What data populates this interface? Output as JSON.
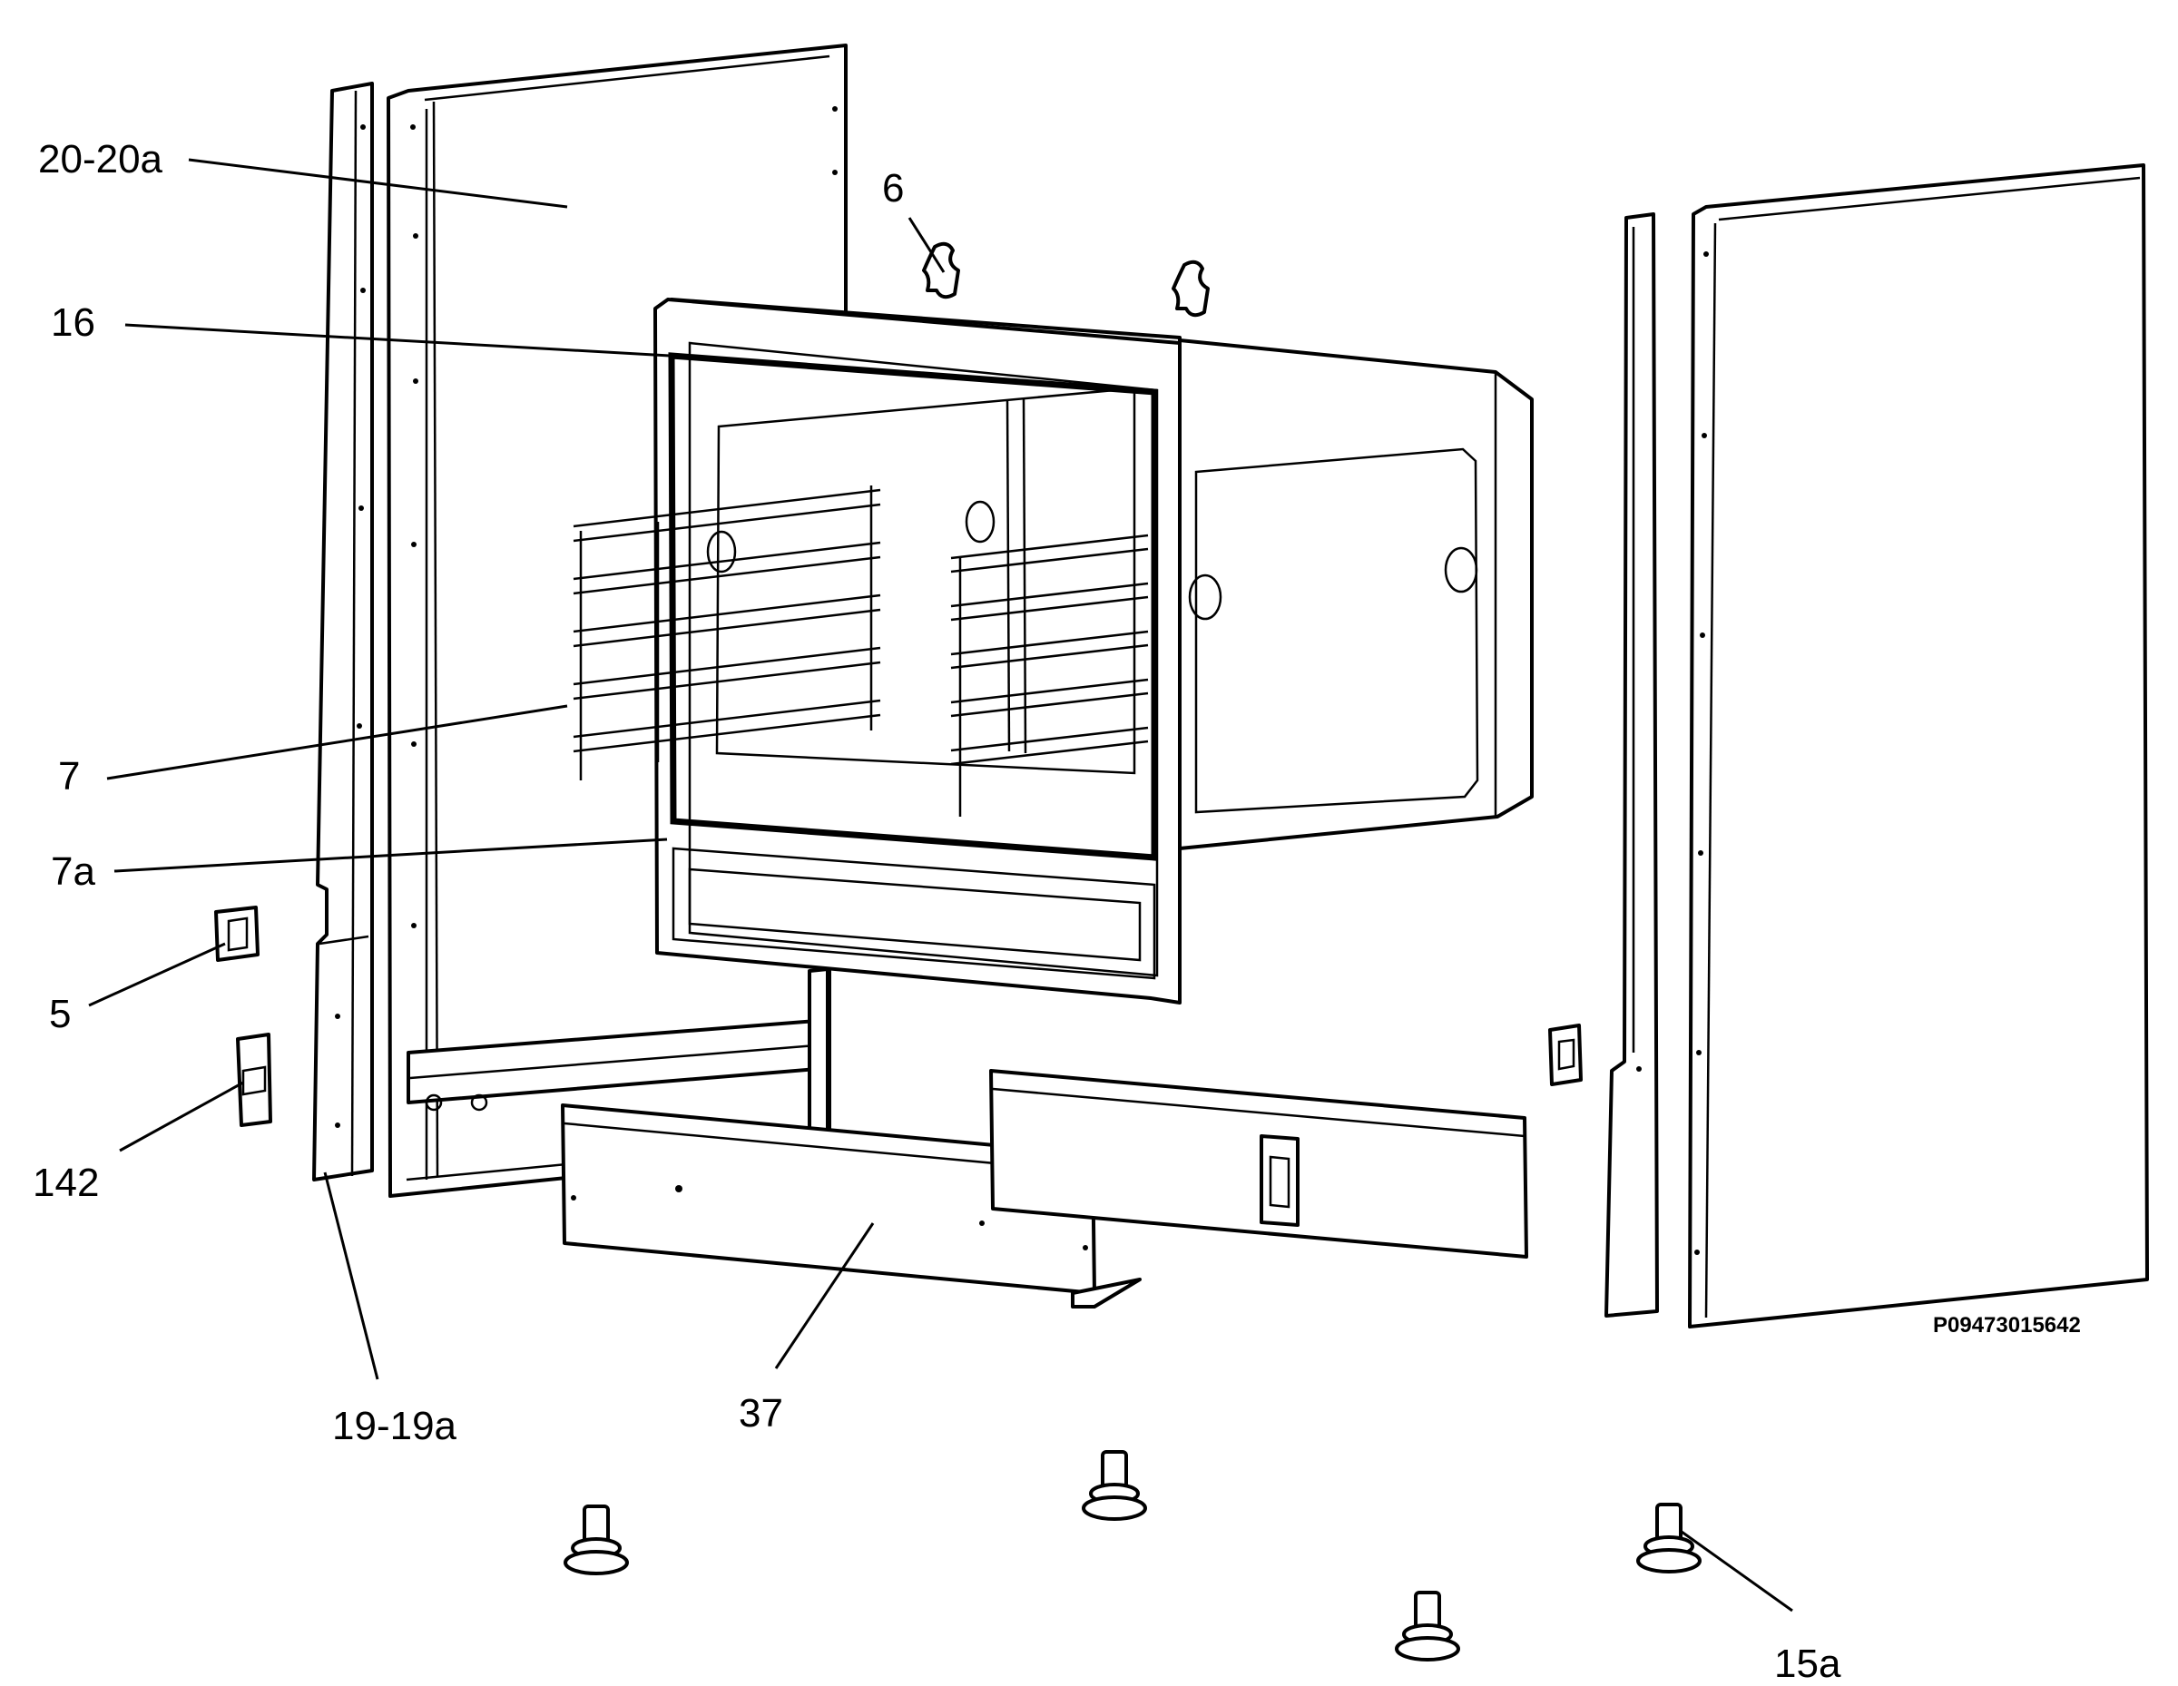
{
  "callouts": [
    {
      "id": "20-20a",
      "label": "20-20a"
    },
    {
      "id": "16",
      "label": "16"
    },
    {
      "id": "7",
      "label": "7"
    },
    {
      "id": "7a",
      "label": "7a"
    },
    {
      "id": "5",
      "label": "5"
    },
    {
      "id": "142",
      "label": "142"
    },
    {
      "id": "19-19a",
      "label": "19-19a"
    },
    {
      "id": "37",
      "label": "37"
    },
    {
      "id": "6",
      "label": "6"
    },
    {
      "id": "15a",
      "label": "15a"
    }
  ],
  "drawing_code": "P09473015642"
}
